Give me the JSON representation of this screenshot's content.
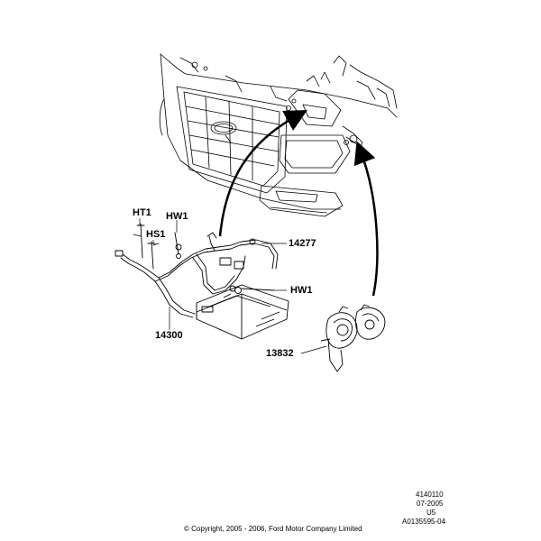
{
  "callouts": {
    "ht1": "HT1",
    "hs1": "HS1",
    "hw1_upper": "HW1",
    "part_14277": "14277",
    "hw1_lower": "HW1",
    "part_14300": "14300",
    "part_13832": "13832"
  },
  "reference": {
    "line1": "4140110",
    "line2": "07-2005",
    "line3": "U5",
    "line4": "A0135595-04"
  },
  "copyright": "© Copyright, 2005 - 2006, Ford Motor Company Limited"
}
